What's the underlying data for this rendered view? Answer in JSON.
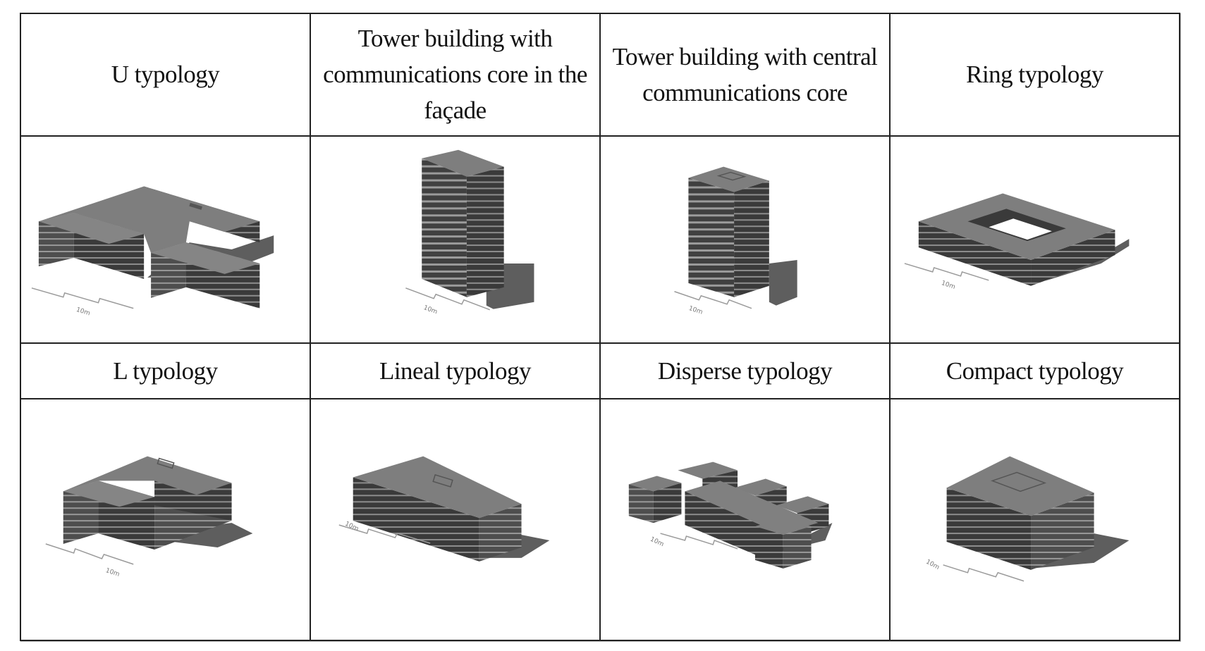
{
  "table": {
    "rows": [
      {
        "type": "header",
        "cells": [
          {
            "label": "U typology"
          },
          {
            "label": "Tower building with communications core in the façade"
          },
          {
            "label": "Tower building with central communications core"
          },
          {
            "label": "Ring typology"
          }
        ]
      },
      {
        "type": "image",
        "cells": [
          {
            "icon": "u-typology-building-icon",
            "scale_label": "10m"
          },
          {
            "icon": "tower-facade-core-building-icon",
            "scale_label": "10m"
          },
          {
            "icon": "tower-central-core-building-icon",
            "scale_label": "10m"
          },
          {
            "icon": "ring-typology-building-icon",
            "scale_label": "10m"
          }
        ]
      },
      {
        "type": "header",
        "cells": [
          {
            "label": "L typology"
          },
          {
            "label": "Lineal typology"
          },
          {
            "label": "Disperse typology"
          },
          {
            "label": "Compact typology"
          }
        ]
      },
      {
        "type": "image",
        "cells": [
          {
            "icon": "l-typology-building-icon",
            "scale_label": "10m"
          },
          {
            "icon": "lineal-typology-building-icon",
            "scale_label": "10m"
          },
          {
            "icon": "disperse-typology-building-icon",
            "scale_label": "10m"
          },
          {
            "icon": "compact-typology-building-icon",
            "scale_label": "10m"
          }
        ]
      }
    ]
  },
  "colors": {
    "border": "#222222",
    "roof": "#7a7a7a",
    "facade_dark": "#3a3a3a",
    "facade_mid": "#555555",
    "slab_light": "#9a9a9a",
    "shadow": "#5e5e5e",
    "scale_line": "#9a9a9a"
  }
}
